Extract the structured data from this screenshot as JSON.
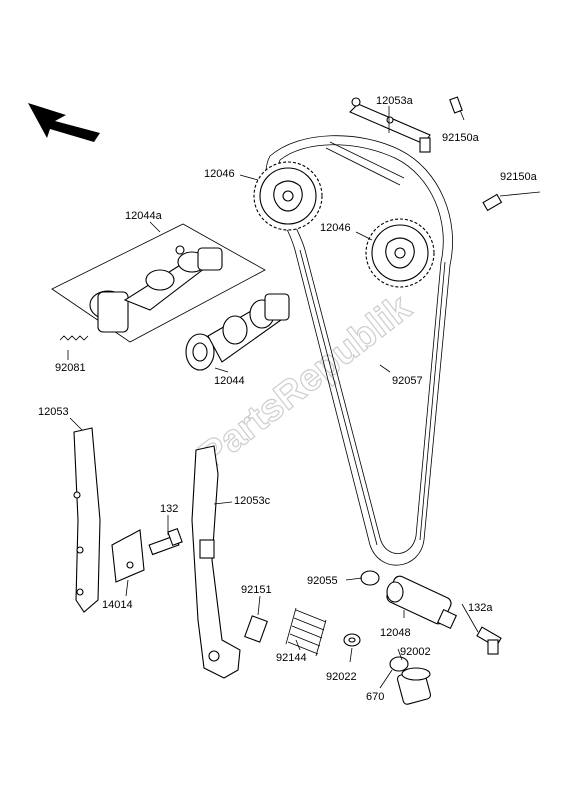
{
  "watermark": "PartsRepublik",
  "labels": {
    "p12053a": "12053a",
    "p92150a_top": "92150a",
    "p12046_left": "12046",
    "p92150a_right": "92150a",
    "p12046_right": "12046",
    "p12044a": "12044a",
    "p92081": "92081",
    "p12044": "12044",
    "p92057": "92057",
    "p12053": "12053",
    "p132": "132",
    "p12053c": "12053c",
    "p14014": "14014",
    "p92055": "92055",
    "p92151": "92151",
    "p132a": "132a",
    "p12048": "12048",
    "p92144": "92144",
    "p92002": "92002",
    "p92022": "92022",
    "p670": "670"
  }
}
